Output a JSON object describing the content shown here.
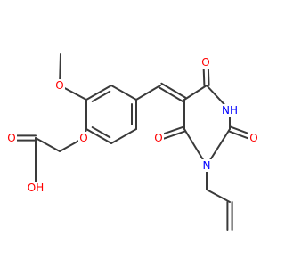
{
  "molecule": {
    "colors": {
      "bond": "#3a3a3a",
      "oxygen": "#ff0000",
      "nitrogen": "#0000ff",
      "background": "#ffffff"
    },
    "atom_labels": {
      "o_methoxy": "O",
      "o_ether": "O",
      "o_carbonyl_top": "O",
      "nh": "NH",
      "o_carbonyl_right": "O",
      "o_carbonyl_left": "O",
      "n_ring": "N",
      "o_acid_carbonyl": "O",
      "oh": "OH"
    }
  }
}
